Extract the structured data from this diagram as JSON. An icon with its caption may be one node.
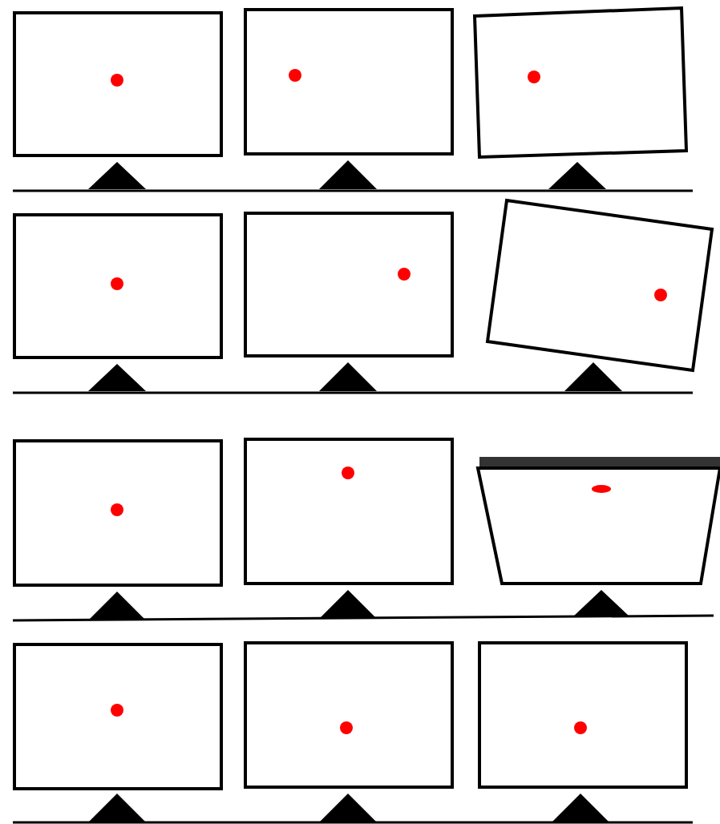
{
  "diagram": {
    "nodes": [
      {
        "text": [],
        "shape": "box"
      },
      {
        "text": [],
        "shape": "box"
      },
      {
        "text": [],
        "shape": "box"
      },
      {
        "text": [],
        "shape": "box"
      },
      {
        "text": [],
        "shape": "box"
      },
      {
        "text": [],
        "shape": "box"
      },
      {
        "text": [],
        "shape": "box"
      },
      {
        "text": [],
        "shape": "box"
      },
      {
        "text": [],
        "shape": "trapezoid"
      },
      {
        "text": [],
        "shape": "box"
      },
      {
        "text": [],
        "shape": "box"
      },
      {
        "text": [],
        "shape": "box"
      }
    ]
  }
}
